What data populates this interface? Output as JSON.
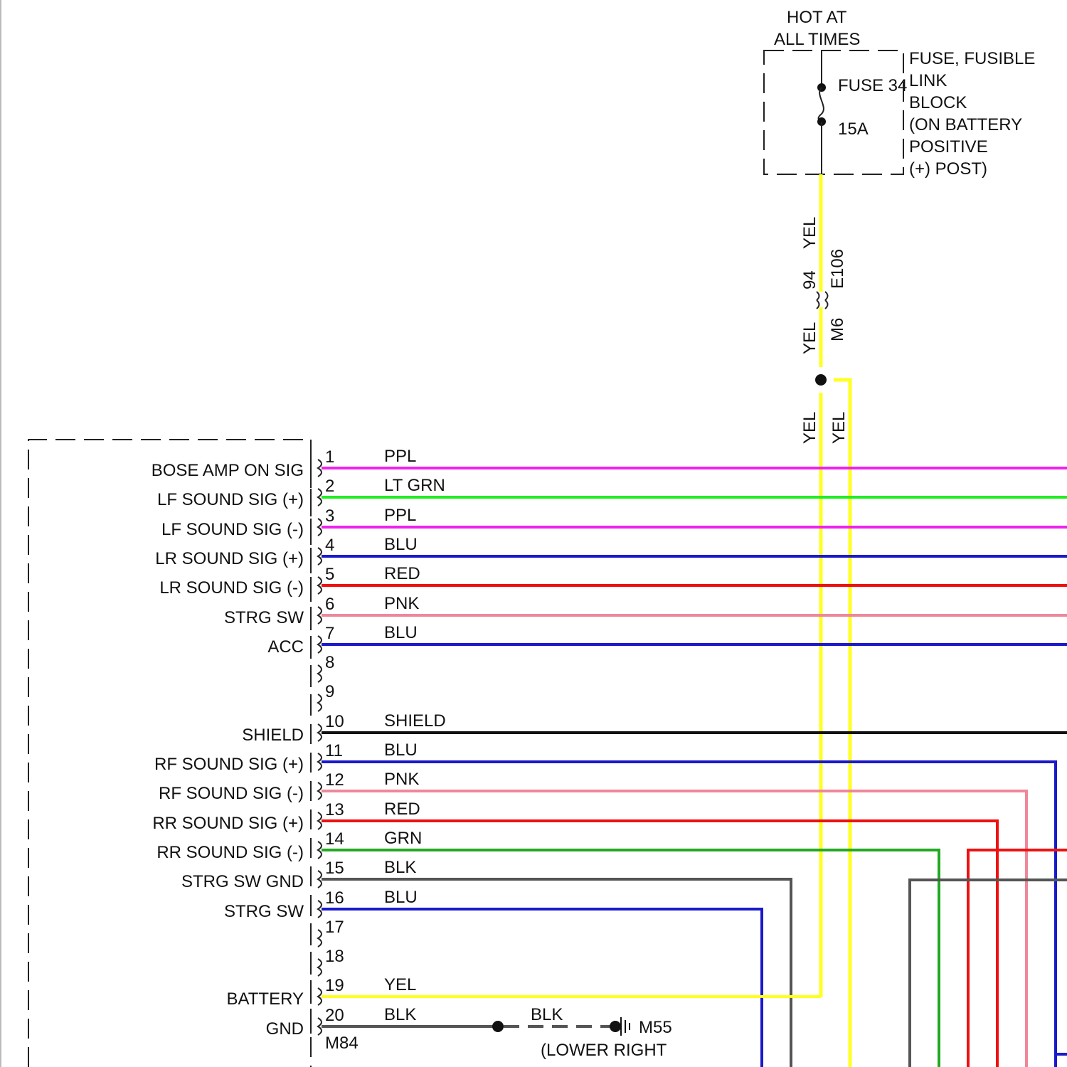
{
  "fuse_block": {
    "header": [
      "HOT AT",
      "ALL TIMES"
    ],
    "fuse_name": "FUSE 34",
    "fuse_rating": "15A",
    "title": [
      "FUSE, FUSIBLE",
      "LINK",
      "BLOCK",
      "(ON BATTERY",
      "POSITIVE",
      "(+) POST)"
    ]
  },
  "feed": {
    "wire_color_upper": "YEL",
    "wire_color_lower": "YEL",
    "connector_pin": "94",
    "connector_upper": "E106",
    "connector_lower": "M6",
    "branch_left_color": "YEL",
    "branch_right_color": "YEL"
  },
  "module": {
    "connector_id": "M84",
    "pins": [
      {
        "pin": "1",
        "function": "BOSE AMP ON SIG",
        "wire": "PPL",
        "hex": "#ee22ee"
      },
      {
        "pin": "2",
        "function": "LF SOUND SIG (+)",
        "wire": "LT GRN",
        "hex": "#22ee22"
      },
      {
        "pin": "3",
        "function": "LF SOUND SIG (-)",
        "wire": "PPL",
        "hex": "#ee22ee"
      },
      {
        "pin": "4",
        "function": "LR SOUND SIG (+)",
        "wire": "BLU",
        "hex": "#1a1acc"
      },
      {
        "pin": "5",
        "function": "LR SOUND SIG (-)",
        "wire": "RED",
        "hex": "#ee1111"
      },
      {
        "pin": "6",
        "function": "STRG SW",
        "wire": "PNK",
        "hex": "#ee8899"
      },
      {
        "pin": "7",
        "function": "ACC",
        "wire": "BLU",
        "hex": "#1a1acc"
      },
      {
        "pin": "8",
        "function": "",
        "wire": "",
        "hex": ""
      },
      {
        "pin": "9",
        "function": "",
        "wire": "",
        "hex": ""
      },
      {
        "pin": "10",
        "function": "SHIELD",
        "wire": "SHIELD",
        "hex": "#111111"
      },
      {
        "pin": "11",
        "function": "RF SOUND SIG (+)",
        "wire": "BLU",
        "hex": "#1a1acc"
      },
      {
        "pin": "12",
        "function": "RF SOUND SIG (-)",
        "wire": "PNK",
        "hex": "#ee8899"
      },
      {
        "pin": "13",
        "function": "RR SOUND SIG (+)",
        "wire": "RED",
        "hex": "#ee1111"
      },
      {
        "pin": "14",
        "function": "RR SOUND SIG (-)",
        "wire": "GRN",
        "hex": "#22aa22"
      },
      {
        "pin": "15",
        "function": "STRG SW GND",
        "wire": "BLK",
        "hex": "#555555"
      },
      {
        "pin": "16",
        "function": "STRG SW",
        "wire": "BLU",
        "hex": "#1a1acc"
      },
      {
        "pin": "17",
        "function": "",
        "wire": "",
        "hex": ""
      },
      {
        "pin": "18",
        "function": "",
        "wire": "",
        "hex": ""
      },
      {
        "pin": "19",
        "function": "BATTERY",
        "wire": "YEL",
        "hex": "#ffff22"
      },
      {
        "pin": "20",
        "function": "GND",
        "wire": "BLK",
        "hex": "#555555"
      }
    ]
  },
  "ground": {
    "wire_color": "BLK",
    "ground_id": "M55",
    "location": "(LOWER RIGHT"
  },
  "colors": {
    "yellow": "#ffff22",
    "red": "#ee1111",
    "dark_gray": "#555555",
    "blue": "#1a1acc",
    "pink": "#ee8899",
    "green": "#22aa22",
    "black": "#111111"
  }
}
